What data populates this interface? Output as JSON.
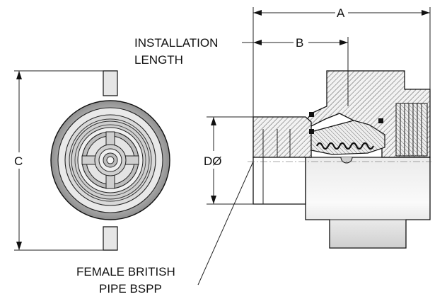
{
  "labels": {
    "dim_a": "A",
    "dim_b": "B",
    "dim_c": "C",
    "dim_d": "DØ",
    "installation_line1": "INSTALLATION",
    "installation_line2": "LENGTH",
    "thread_line1": "FEMALE BRITISH",
    "thread_line2": "PIPE BSPP"
  }
}
